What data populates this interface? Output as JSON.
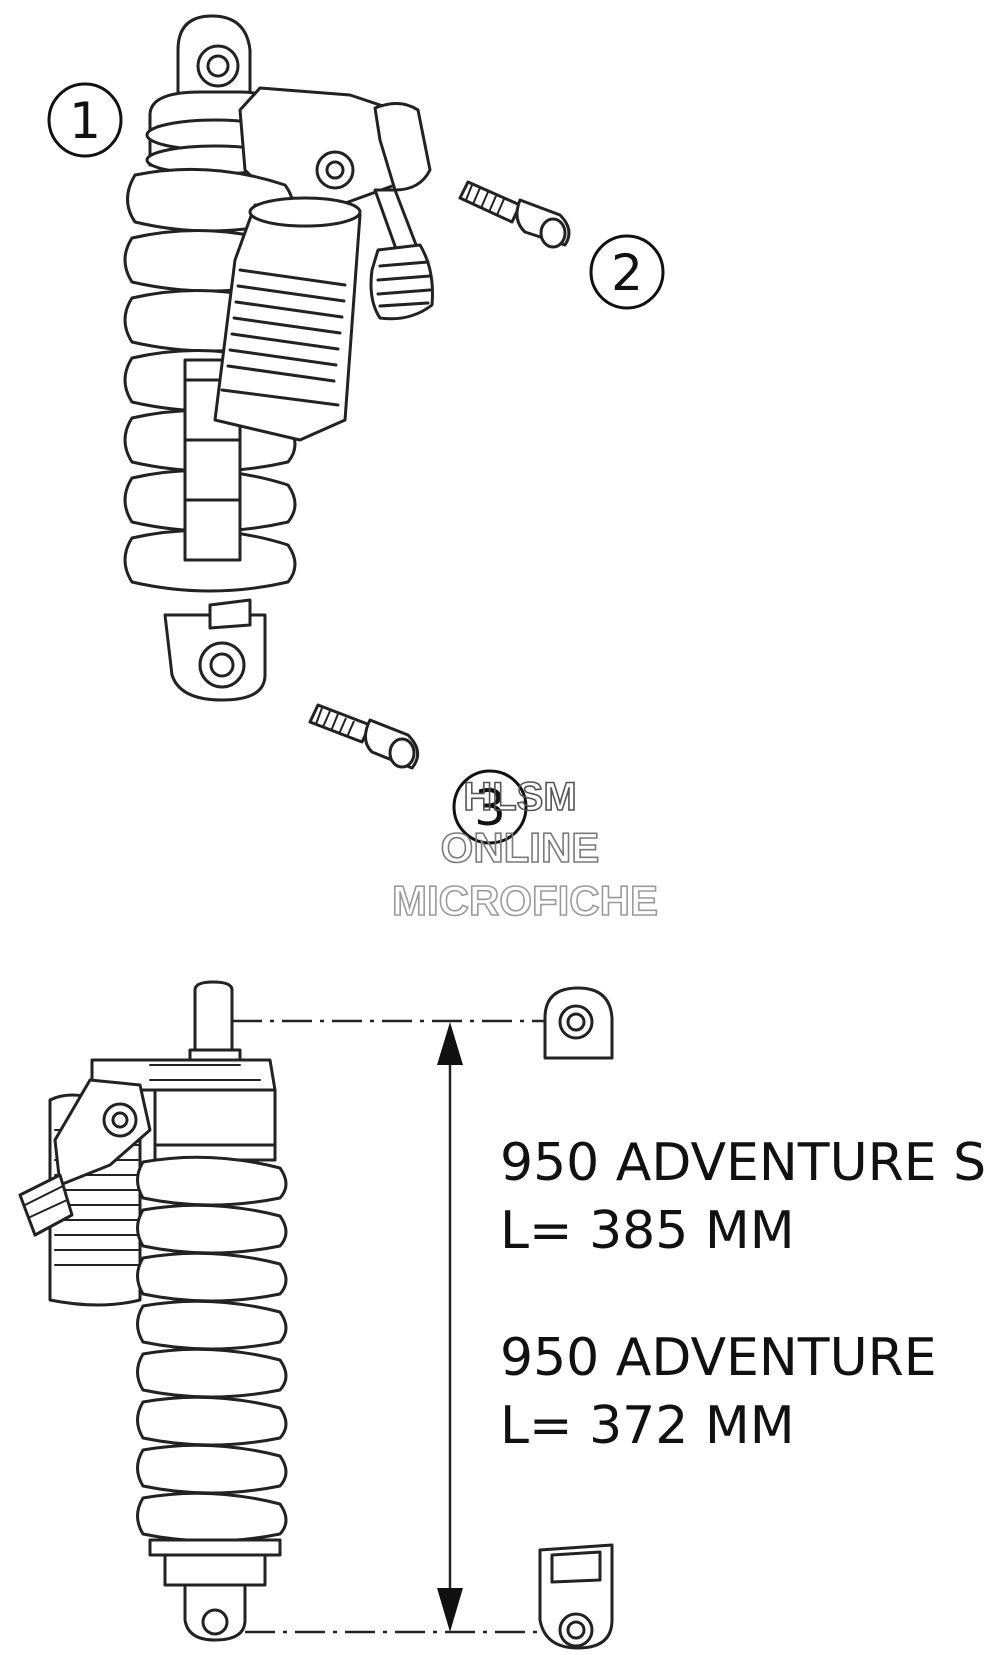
{
  "callouts": [
    {
      "number": "1"
    },
    {
      "number": "2"
    },
    {
      "number": "3"
    }
  ],
  "specs": [
    {
      "model": "950 ADVENTURE S",
      "length": "L= 385 MM"
    },
    {
      "model": "950 ADVENTURE",
      "length": "L= 372 MM"
    }
  ],
  "watermark": {
    "line1": "HLSM",
    "line2": "ONLINE",
    "line3": "MICROFICHE"
  },
  "colors": {
    "line": "#222222",
    "spring_fill": "#ffffff",
    "shade": "#d9d9d9",
    "watermark_dark": "#555555",
    "watermark_light": "#9a9a9a"
  }
}
